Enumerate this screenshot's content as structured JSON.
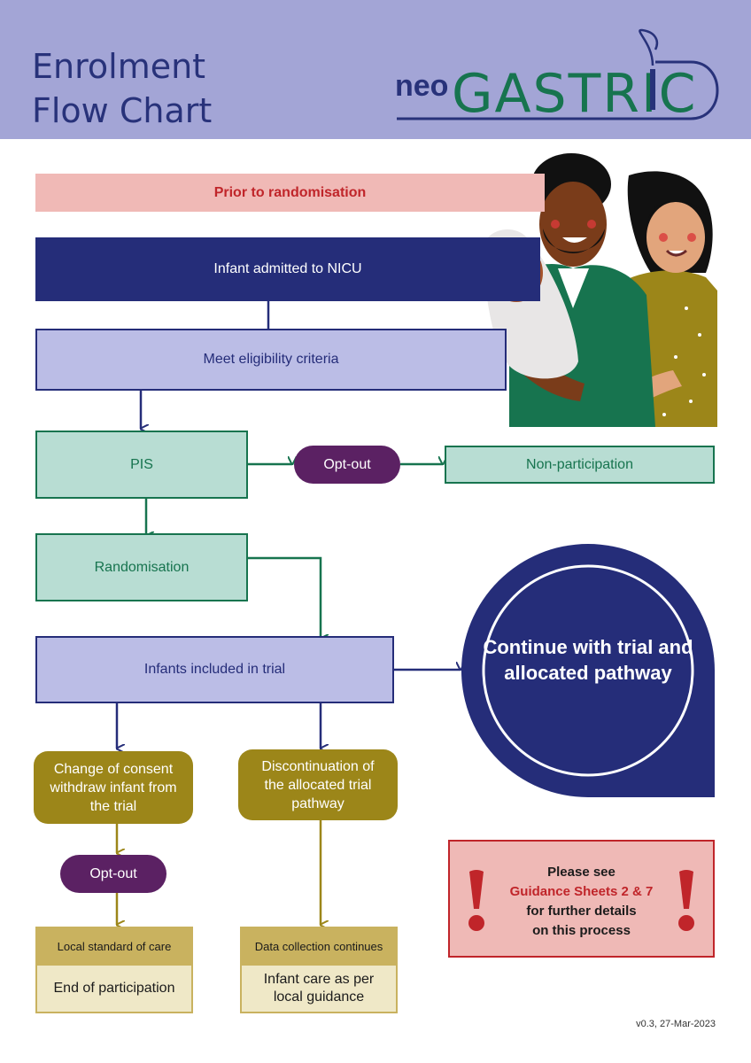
{
  "header": {
    "title_line1": "Enrolment",
    "title_line2": "Flow Chart",
    "logo_prefix": "neo",
    "logo_main": "GASTRIC",
    "colors": {
      "background": "#a3a5d6",
      "title": "#28327a",
      "logo_blue": "#28327a",
      "logo_green": "#17744f"
    }
  },
  "flowchart": {
    "prior_banner": "Prior to randomisation",
    "nodes": {
      "admitted": "Infant admitted to NICU",
      "eligibility": "Meet eligibility criteria",
      "pis": "PIS",
      "optout_top": "Opt-out",
      "non_participation": "Non-participation",
      "randomisation": "Randomisation",
      "included": "Infants included in trial",
      "continue": "Continue with trial and allocated pathway",
      "change_consent": "Change of consent withdraw infant from the trial",
      "discontinuation": "Discontinuation of the allocated trial pathway",
      "optout_bottom": "Opt-out",
      "local_standard_header": "Local standard of care",
      "end_participation": "End of participation",
      "data_collection_header": "Data collection continues",
      "infant_care": "Infant care as per local guidance"
    },
    "notice": {
      "line1": "Please see",
      "highlight": "Guidance Sheets 2 & 7",
      "line3": "for further details",
      "line4": "on this process"
    },
    "colors": {
      "navy": "#252d79",
      "lavender": "#bbbde6",
      "mint": "#b8ddd3",
      "green": "#17744f",
      "purple_pill": "#5b2163",
      "olive": "#9c8619",
      "tan": "#c9b25f",
      "pink": "#efb9b6",
      "red": "#c0252a"
    }
  },
  "illustration": {
    "description_icon": "family-illustration-icon"
  },
  "footer": {
    "version": "v0.3, 27-Mar-2023"
  }
}
